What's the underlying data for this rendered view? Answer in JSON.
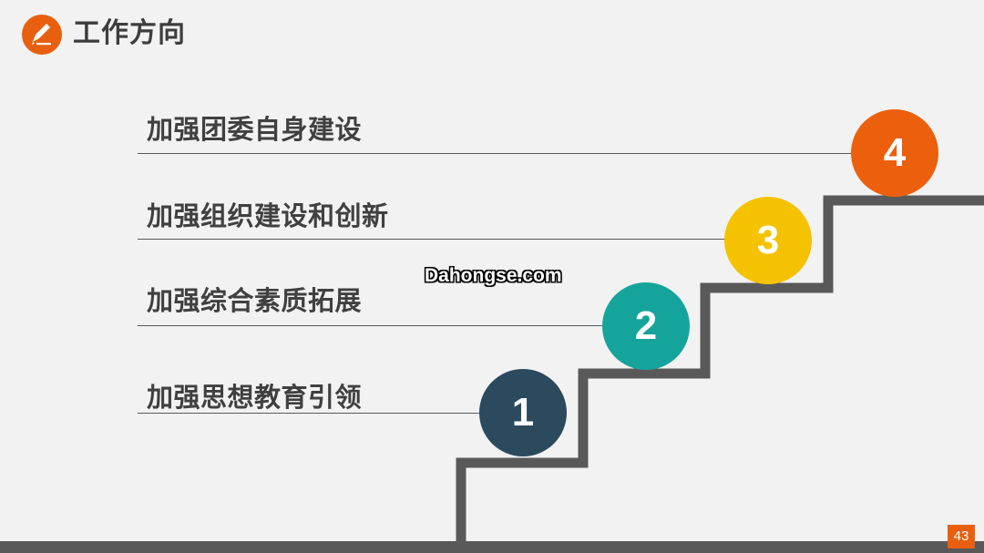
{
  "header": {
    "title": "工作方向",
    "icon": "pencil-icon",
    "accent_color": "#e8600f"
  },
  "steps": [
    {
      "number": "1",
      "label": "加强思想教育引领",
      "color": "#2c4a5e"
    },
    {
      "number": "2",
      "label": "加强综合素质拓展",
      "color": "#15a49b"
    },
    {
      "number": "3",
      "label": "加强组织建设和创新",
      "color": "#f5c200"
    },
    {
      "number": "4",
      "label": "加强团委自身建设",
      "color": "#ec5f0d"
    }
  ],
  "watermark": "Dahongse.com",
  "page_number": "43"
}
